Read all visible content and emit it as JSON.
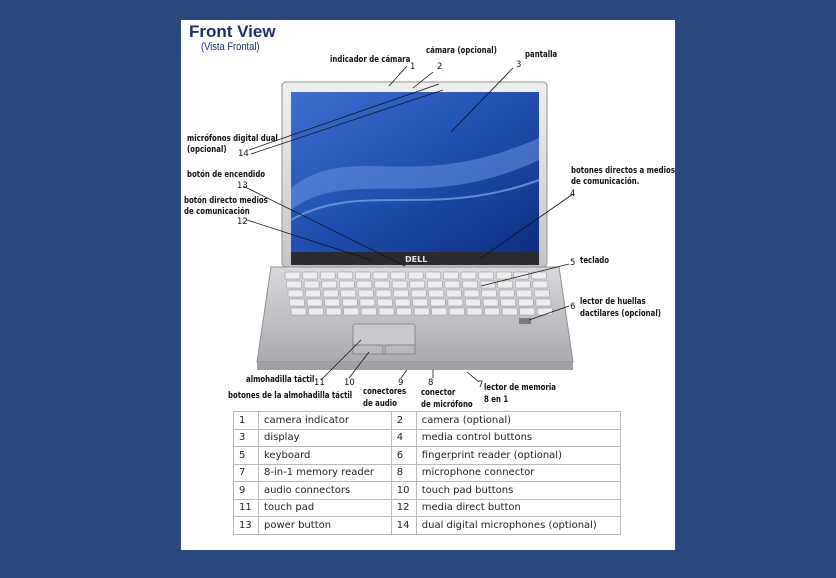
{
  "title": "Front View",
  "subtitle": "(Vista Frontal)",
  "brand": "DELL",
  "callouts": {
    "camera_indicator": {
      "label": "indicador de cámara",
      "num": "1"
    },
    "camera": {
      "label": "cámara (opcional)",
      "num": "2"
    },
    "display": {
      "label": "pantalla",
      "num": "3"
    },
    "media_control_buttons": {
      "label1": "botones directos a medios",
      "label2": "de comunicación.",
      "num": "4"
    },
    "keyboard": {
      "label": "teclado",
      "num": "5"
    },
    "fingerprint_reader": {
      "label1": "lector de huellas",
      "label2": "dactilares  (opcional)",
      "num": "6"
    },
    "memory_reader": {
      "label1": "lector de memoria",
      "label2": "8 en 1",
      "num": "7"
    },
    "microphone_connector": {
      "label1": "conector",
      "label2": "de micrófono",
      "num": "8"
    },
    "audio_connectors": {
      "label1": "conectores",
      "label2": "de audio",
      "num": "9"
    },
    "touch_pad_buttons": {
      "label": "botones de la almohadilla táctil",
      "num": "10"
    },
    "touch_pad": {
      "label": "almohadilla táctil",
      "num": "11"
    },
    "media_direct_button": {
      "label1": "botón directo medios",
      "label2": "de comunicación",
      "num": "12"
    },
    "power_button": {
      "label": "botón de encendido",
      "num": "13"
    },
    "dual_microphones": {
      "label1": "micrófonos digital dual",
      "label2": "(opcional)",
      "num": "14"
    }
  },
  "legend": [
    [
      {
        "n": "1",
        "t": "camera indicator"
      },
      {
        "n": "2",
        "t": "camera (optional)"
      }
    ],
    [
      {
        "n": "3",
        "t": "display"
      },
      {
        "n": "4",
        "t": "media control buttons"
      }
    ],
    [
      {
        "n": "5",
        "t": "keyboard"
      },
      {
        "n": "6",
        "t": "fingerprint reader (optional)"
      }
    ],
    [
      {
        "n": "7",
        "t": "8-in-1 memory reader"
      },
      {
        "n": "8",
        "t": "microphone connector"
      }
    ],
    [
      {
        "n": "9",
        "t": "audio connectors"
      },
      {
        "n": "10",
        "t": "touch pad buttons"
      }
    ],
    [
      {
        "n": "11",
        "t": "touch pad"
      },
      {
        "n": "12",
        "t": "media direct button"
      }
    ],
    [
      {
        "n": "13",
        "t": "power button"
      },
      {
        "n": "14",
        "t": "dual digital microphones (optional)"
      }
    ]
  ]
}
